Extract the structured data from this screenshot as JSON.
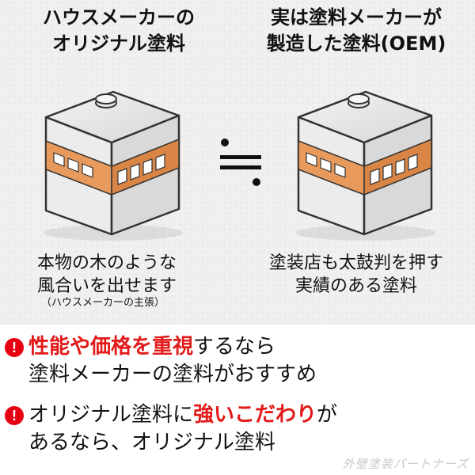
{
  "left": {
    "heading_line1": "ハウスメーカーの",
    "heading_line2": "オリジナル塗料",
    "caption_line1": "本物の木のような",
    "caption_line2": "風合いを出せます",
    "caption_note": "（ハウスメーカーの主張）"
  },
  "right": {
    "heading_line1": "実は塗料メーカーが",
    "heading_line2": "製造した塗料(OEM)",
    "caption_line1": "塗装店も太鼓判を押す",
    "caption_line2": "実績のある塗料"
  },
  "comparison_icon": "approximately-equal-icon",
  "points": [
    {
      "icon": "exclamation-icon",
      "emphasis": "性能や価格を重視",
      "text_after": "するなら",
      "line2": "塗料メーカーの塗料がおすすめ"
    },
    {
      "icon": "exclamation-icon",
      "text_before": "オリジナル塗料に",
      "emphasis": "強いこだわり",
      "text_after": "が",
      "line2": "あるなら、オリジナル塗料"
    }
  ],
  "watermark": "外壁塗装パートナーズ",
  "colors": {
    "accent_orange": "#e89a5c",
    "emphasis_red": "#e21a1a",
    "alert_red": "#e60012",
    "background_top": "#f1f0ee"
  }
}
